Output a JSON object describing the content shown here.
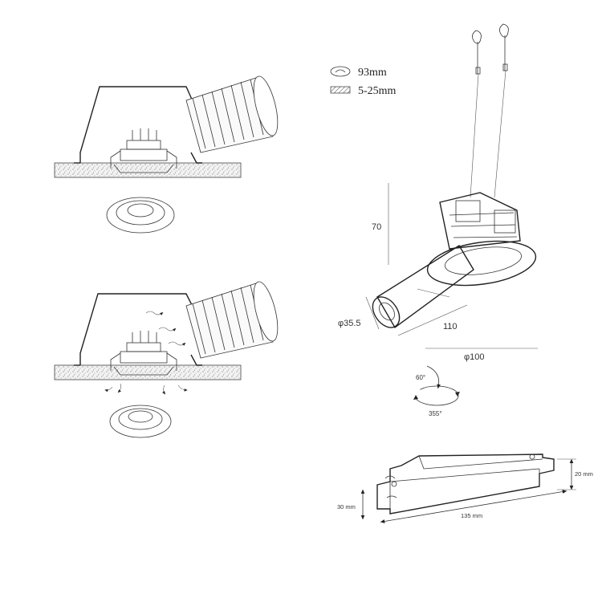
{
  "legend": {
    "cutout_label": "93mm",
    "ceiling_label": "5-25mm"
  },
  "dimensions": {
    "height": "70",
    "tube_diameter": "φ35.5",
    "tube_length": "110",
    "trim_diameter": "φ100"
  },
  "rotation": {
    "tilt": "60°",
    "rotate": "355°"
  },
  "driver": {
    "height_a": "20 mm",
    "height_b": "30 mm",
    "length": "135 mm"
  }
}
